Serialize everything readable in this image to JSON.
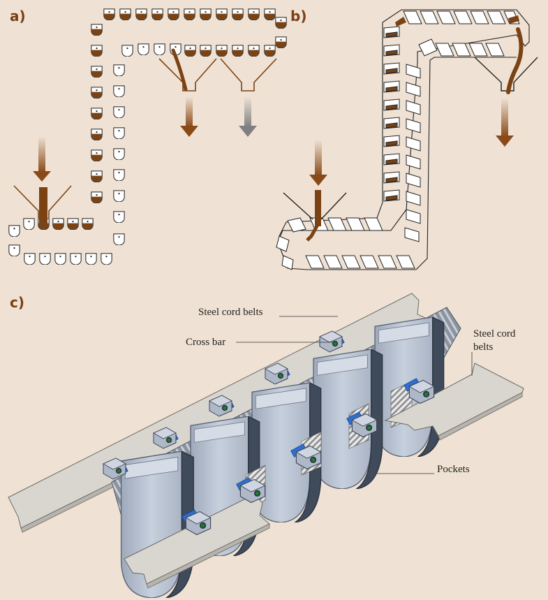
{
  "panels": {
    "a": {
      "label": "a)"
    },
    "b": {
      "label": "b)"
    },
    "c": {
      "label": "c)"
    }
  },
  "callouts": {
    "steel_cord_belts_top": "Steel cord belts",
    "cross_bar": "Cross bar",
    "steel_cord_belts_right_line1": "Steel cord",
    "steel_cord_belts_right_line2": "belts",
    "pockets": "Pockets"
  },
  "colors": {
    "background": "#efe2d4",
    "material": "#7b4214",
    "arrow_brown": "#8a4a18",
    "arrow_grey": "#7f7f7f",
    "belt": "#d9d6d0",
    "bucket_body": "#b9c3d3",
    "bucket_dark": "#3f4a5a",
    "cross_bar": "#2f6fd0",
    "bolt": "#1f7a2e"
  },
  "icons": [
    "bucket-icon",
    "hopper-icon",
    "arrow-down-icon"
  ]
}
